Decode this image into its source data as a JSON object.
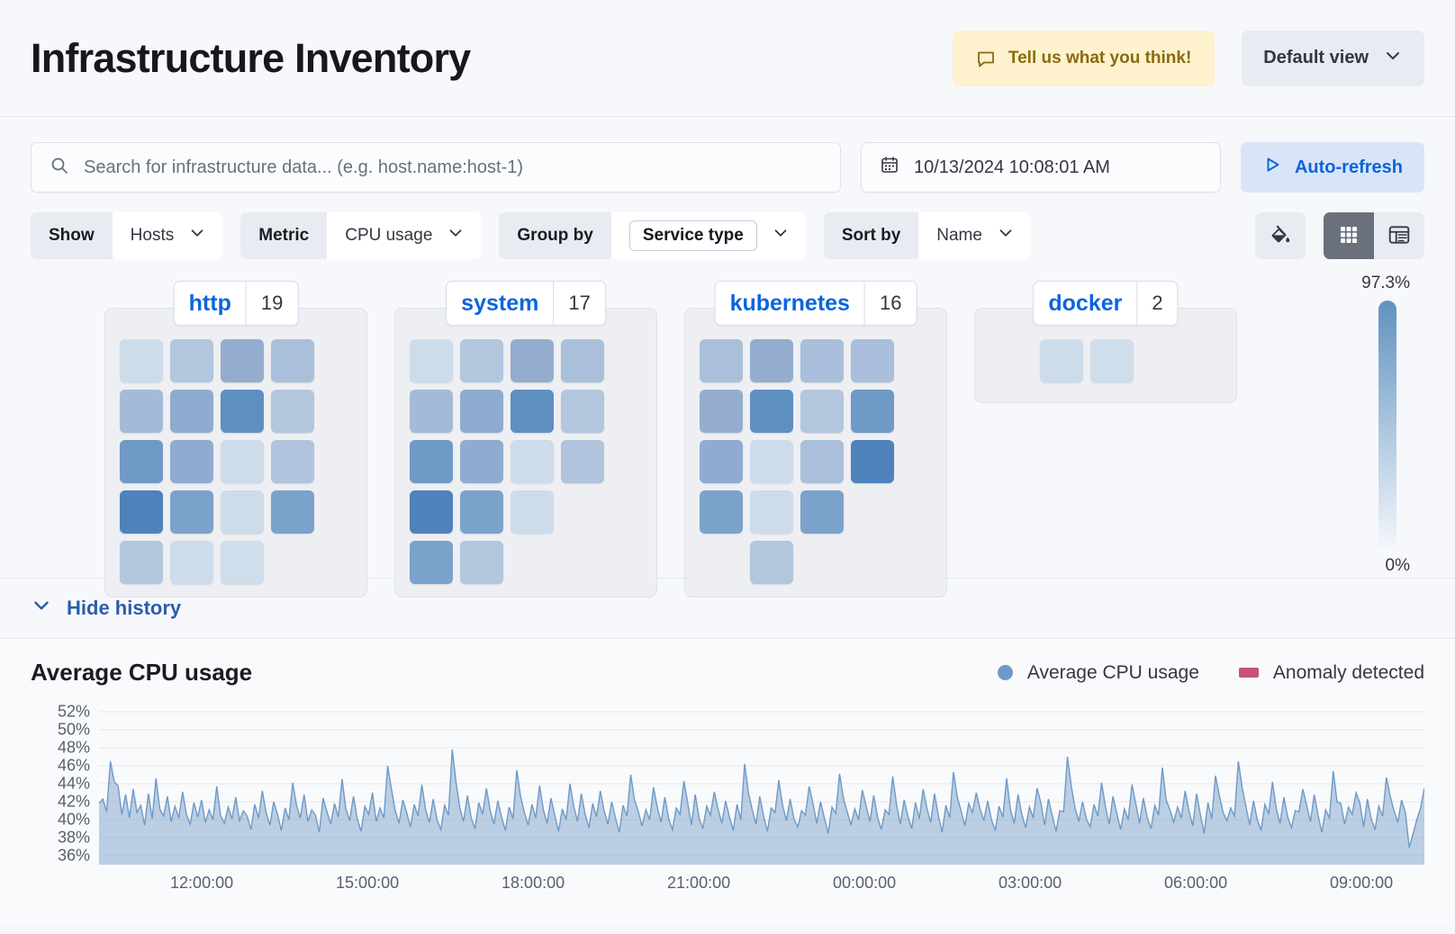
{
  "header": {
    "title": "Infrastructure Inventory",
    "feedback_label": "Tell us what you think!",
    "feedback_icon": "comment-icon",
    "view_label": "Default view",
    "view_icon": "chevron-down-icon",
    "feedback_bg": "#fdf2cd",
    "feedback_fg": "#8a6a12"
  },
  "search": {
    "placeholder": "Search for infrastructure data... (e.g. host.name:host-1)",
    "value": "",
    "icon": "search-icon"
  },
  "datepicker": {
    "value": "10/13/2024 10:08:01 AM",
    "icon": "calendar-icon"
  },
  "refresh": {
    "label": "Auto-refresh",
    "icon": "play-icon",
    "accent": "#0b64dd",
    "bg": "#d9e5f7"
  },
  "controls": [
    {
      "label": "Show",
      "value": "Hosts",
      "boxed": false,
      "icon": "chevron-down-icon"
    },
    {
      "label": "Metric",
      "value": "CPU usage",
      "boxed": false,
      "icon": "chevron-down-icon"
    },
    {
      "label": "Group by",
      "value": "Service type",
      "boxed": true,
      "icon": "chevron-down-icon"
    },
    {
      "label": "Sort by",
      "value": "Name",
      "boxed": false,
      "icon": "chevron-down-icon"
    }
  ],
  "view_toggles": {
    "legend_button_icon": "paint-bucket-icon",
    "grid_button_icon": "grid-view-icon",
    "table_button_icon": "table-view-icon",
    "active": "grid-view-icon"
  },
  "legend_scale": {
    "max_label": "97.3%",
    "min_label": "0%",
    "max_color": "#6092c0",
    "min_color": "#f7f9fd"
  },
  "groups": [
    {
      "name": "http",
      "count": "19",
      "columns": 5,
      "cells": [
        "#cddcea",
        "#b2c6de",
        "#94adcf",
        "#aac0da",
        "#a4bbd8",
        "#8facd0",
        "#5f8fc2",
        "#b2c6de",
        "#6f9ac6",
        "#8facd0",
        "#cddcea",
        "#b0c5dd",
        "#4e82bb",
        "#7ba2cb",
        "#cddcea",
        "#7ba2cb",
        "#b2c6de",
        "#cddcea",
        "#cfdeeb"
      ]
    },
    {
      "name": "system",
      "count": "17",
      "columns": 5,
      "cells": [
        "#cddcea",
        "#b2c6de",
        "#94adcf",
        "#aac0da",
        "#a4bbd8",
        "#8facd0",
        "#5f8fc2",
        "#b2c6de",
        "#6f9ac6",
        "#8facd0",
        "#cddcea",
        "#b0c5dd",
        "#4e82bb",
        "#7ba2cb",
        "#cddcea",
        "#7ba2cb",
        "#b2c6de"
      ]
    },
    {
      "name": "kubernetes",
      "count": "16",
      "columns": 5,
      "cells": [
        "#aac0da",
        "#94adcf",
        "#a8bedb",
        "#a8bedb",
        "#94adcf",
        "#5f8fc2",
        "#b2c6de",
        "#6f9ac6",
        "#8facd0",
        "#cddcea",
        "#aac0da",
        "#4e82bb",
        "#7ba2cb",
        "#cddcea",
        "#7ba2cb",
        "#b2c6de"
      ]
    },
    {
      "name": "docker",
      "count": "2",
      "columns": 5,
      "cells": [
        "#cddcea",
        "#cfdeeb"
      ]
    }
  ],
  "history": {
    "toggle_label": "Hide history",
    "toggle_icon": "chevron-down-icon"
  },
  "chart_data": {
    "type": "area",
    "title": "Average CPU usage",
    "xlabel": "",
    "ylabel": "",
    "grid": true,
    "legend_position": "top-right",
    "legend": [
      {
        "name": "Average CPU usage",
        "color": "#6f9ac6",
        "marker": "circle"
      },
      {
        "name": "Anomaly detected",
        "color": "#c8507a",
        "marker": "rect"
      }
    ],
    "ylim": [
      35,
      53
    ],
    "ytick_labels": [
      "52%",
      "50%",
      "48%",
      "46%",
      "44%",
      "42%",
      "40%",
      "38%",
      "36%"
    ],
    "ytick_values": [
      52,
      50,
      48,
      46,
      44,
      42,
      40,
      38,
      36
    ],
    "xtick_labels": [
      "12:00:00",
      "15:00:00",
      "18:00:00",
      "21:00:00",
      "00:00:00",
      "03:00:00",
      "06:00:00",
      "09:00:00"
    ],
    "series": [
      {
        "name": "Average CPU usage",
        "color": "#6f9ac6",
        "values": [
          41.8,
          42.3,
          40.9,
          46.5,
          44.2,
          43.8,
          40.6,
          42.8,
          40.2,
          43.4,
          40.8,
          41.6,
          39.4,
          42.9,
          40.1,
          44.6,
          41.2,
          40.4,
          42.6,
          39.8,
          41.5,
          40.2,
          43.1,
          40.6,
          39.5,
          41.9,
          40.3,
          42.2,
          39.7,
          41.1,
          40.0,
          43.7,
          40.5,
          39.6,
          41.4,
          40.1,
          42.5,
          39.9,
          41.0,
          40.4,
          38.9,
          41.7,
          40.2,
          43.2,
          40.8,
          39.4,
          42.0,
          40.6,
          38.8,
          41.3,
          40.0,
          44.1,
          41.6,
          40.2,
          42.8,
          39.8,
          41.1,
          40.5,
          38.6,
          42.4,
          40.9,
          39.5,
          41.8,
          40.3,
          44.5,
          41.2,
          39.9,
          42.6,
          40.1,
          38.7,
          41.5,
          40.6,
          43.0,
          39.8,
          41.3,
          40.2,
          46.0,
          43.4,
          41.0,
          39.6,
          42.2,
          40.8,
          39.2,
          41.7,
          40.4,
          43.9,
          41.1,
          39.7,
          42.3,
          40.0,
          38.9,
          41.6,
          40.5,
          47.8,
          44.2,
          41.3,
          39.8,
          42.7,
          40.2,
          39.0,
          41.9,
          40.6,
          43.5,
          41.0,
          39.5,
          42.1,
          40.3,
          38.8,
          41.4,
          40.1,
          45.5,
          42.6,
          40.8,
          39.4,
          41.7,
          40.2,
          43.8,
          41.1,
          39.6,
          42.4,
          40.5,
          38.7,
          41.2,
          40.0,
          44.0,
          41.5,
          39.8,
          42.9,
          40.6,
          39.1,
          41.8,
          40.3,
          43.2,
          41.0,
          39.5,
          42.0,
          40.2,
          38.6,
          41.6,
          40.4,
          45.0,
          42.2,
          40.9,
          39.3,
          41.1,
          40.0,
          43.6,
          41.4,
          39.7,
          42.5,
          40.1,
          38.9,
          41.3,
          40.6,
          44.3,
          41.9,
          39.4,
          42.8,
          40.2,
          39.0,
          41.5,
          40.5,
          43.1,
          41.2,
          39.6,
          42.1,
          40.3,
          38.8,
          41.7,
          40.0,
          46.2,
          43.0,
          41.1,
          39.5,
          42.6,
          40.4,
          38.7,
          41.3,
          40.8,
          44.4,
          41.6,
          39.9,
          42.3,
          40.1,
          39.2,
          41.0,
          40.5,
          43.7,
          41.8,
          39.6,
          42.0,
          40.2,
          38.5,
          41.4,
          40.7,
          45.1,
          42.4,
          40.9,
          39.4,
          41.2,
          40.0,
          43.3,
          41.5,
          39.8,
          42.7,
          40.3,
          38.9,
          41.1,
          40.6,
          44.8,
          41.7,
          39.5,
          42.2,
          40.4,
          39.0,
          41.9,
          40.1,
          43.4,
          41.3,
          39.7,
          42.9,
          40.5,
          38.6,
          41.6,
          40.2,
          45.3,
          42.5,
          41.0,
          39.3,
          41.8,
          40.8,
          43.0,
          41.2,
          39.9,
          42.1,
          40.0,
          38.8,
          41.5,
          40.3,
          44.6,
          41.1,
          39.6,
          42.8,
          40.6,
          39.1,
          41.4,
          40.2,
          43.5,
          41.9,
          39.4,
          42.3,
          40.5,
          38.7,
          41.0,
          40.9,
          47.0,
          43.8,
          41.3,
          39.8,
          42.0,
          40.1,
          39.2,
          41.7,
          40.4,
          44.1,
          41.5,
          39.5,
          42.6,
          40.7,
          38.9,
          41.2,
          40.0,
          43.9,
          41.8,
          39.6,
          42.4,
          40.3,
          39.0,
          41.6,
          40.5,
          45.8,
          42.2,
          41.1,
          39.7,
          41.4,
          40.2,
          43.2,
          41.0,
          39.3,
          42.9,
          40.6,
          38.5,
          41.9,
          40.1,
          44.9,
          42.7,
          40.8,
          39.9,
          41.3,
          40.4,
          46.5,
          43.6,
          41.5,
          39.4,
          42.1,
          40.0,
          38.8,
          41.7,
          40.7,
          44.2,
          41.2,
          39.6,
          42.5,
          40.3,
          39.1,
          41.0,
          40.9,
          43.4,
          41.6,
          39.8,
          42.8,
          40.5,
          38.6,
          41.1,
          40.2,
          45.4,
          42.0,
          41.8,
          39.5,
          41.4,
          40.6,
          43.0,
          41.9,
          39.2,
          42.3,
          40.1,
          38.9,
          41.5,
          40.4,
          44.7,
          42.6,
          41.0,
          39.7,
          42.2,
          40.8,
          36.9,
          38.4,
          40.0,
          41.3,
          43.5
        ]
      }
    ]
  }
}
